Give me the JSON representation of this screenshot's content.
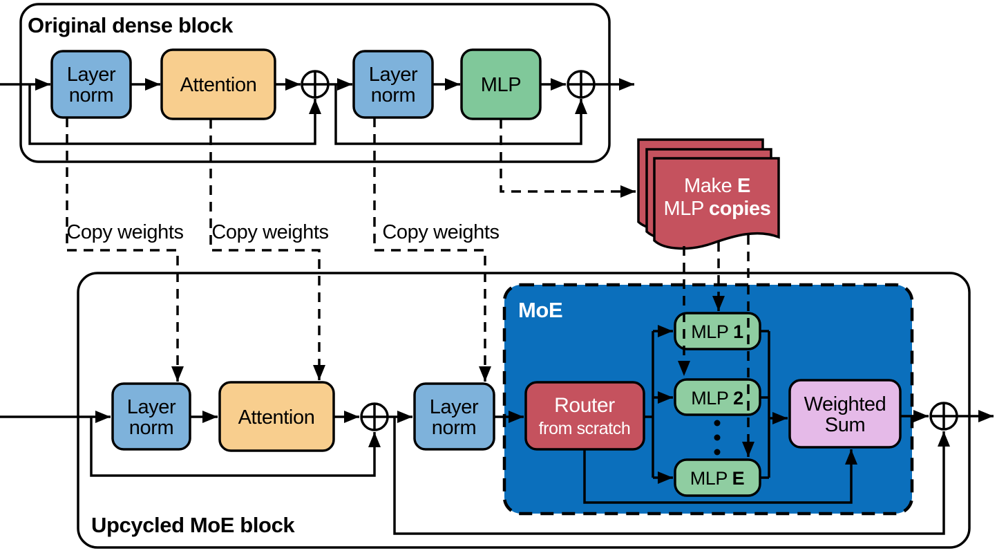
{
  "colors": {
    "light_blue": "#7EB2DB",
    "orange": "#F8CE8E",
    "green": "#80C89A",
    "green_light": "#8FCDA1",
    "red": "#C5525E",
    "moe_blue": "#0B6FBC",
    "purple": "#E5BAE8",
    "black": "#000000",
    "white": "#FFFFFF"
  },
  "top_block": {
    "title": "Original dense block",
    "layer_norm_1": {
      "line1": "Layer",
      "line2": "norm"
    },
    "attention": "Attention",
    "layer_norm_2": {
      "line1": "Layer",
      "line2": "norm"
    },
    "mlp": "MLP"
  },
  "copy_labels": {
    "first": "Copy weights",
    "second": "Copy weights",
    "third": "Copy weights"
  },
  "stack": {
    "line1_regular": "Make ",
    "line1_bold": "E",
    "line2_regular": "MLP ",
    "line2_bold": "copies"
  },
  "bottom_block": {
    "title": "Upcycled MoE block",
    "layer_norm_1": {
      "line1": "Layer",
      "line2": "norm"
    },
    "attention": "Attention",
    "layer_norm_2": {
      "line1": "Layer",
      "line2": "norm"
    }
  },
  "moe": {
    "label": "MoE",
    "router": {
      "line1": "Router",
      "line2": "from scratch"
    },
    "experts": {
      "mlp1": {
        "prefix": "MLP ",
        "suffix": "1"
      },
      "mlp2": {
        "prefix": "MLP ",
        "suffix": "2"
      },
      "mlpE": {
        "prefix": "MLP ",
        "suffix": "E"
      }
    },
    "weighted_sum": {
      "line1": "Weighted",
      "line2": "Sum"
    }
  }
}
